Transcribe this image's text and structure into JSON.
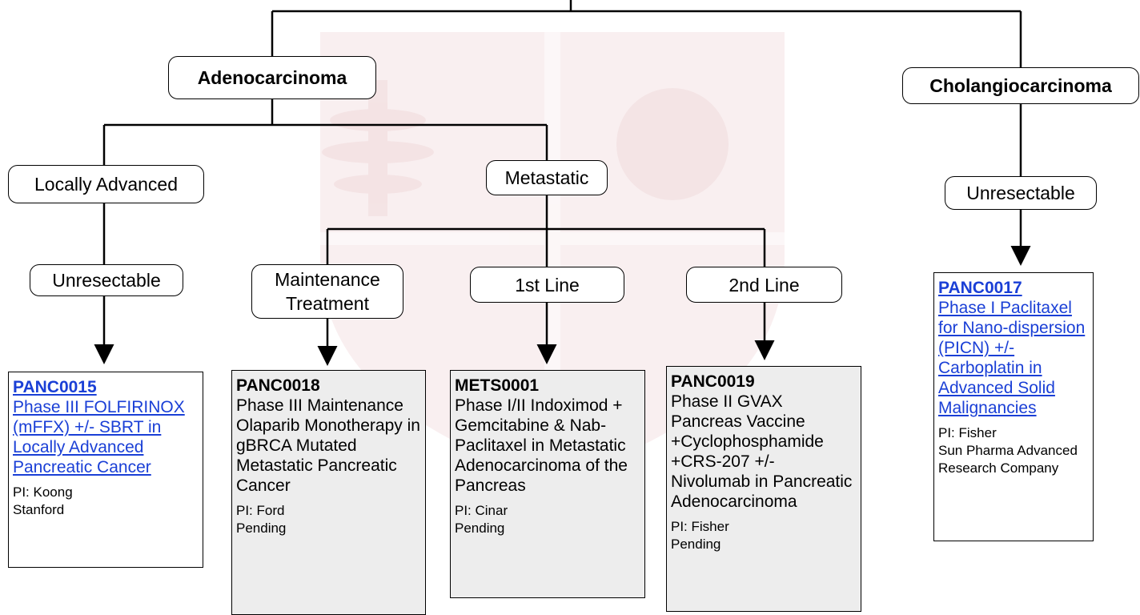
{
  "nodes": {
    "adenocarcinoma": "Adenocarcinoma",
    "cholangiocarcinoma": "Cholangiocarcinoma",
    "locally_advanced": "Locally Advanced",
    "metastatic": "Metastatic",
    "unresectable_adeno": "Unresectable",
    "unresectable_cholangio": "Unresectable",
    "maintenance_line1": "Maintenance",
    "maintenance_line2": "Treatment",
    "first_line": "1st Line",
    "second_line": "2nd Line"
  },
  "trials": [
    {
      "id": "PANC0015",
      "title": "Phase III FOLFIRINOX (mFFX) +/- SBRT in Locally Advanced Pancreatic Cancer",
      "pi": "PI: Koong",
      "status": "Stanford",
      "linked": true,
      "background": "#ffffff"
    },
    {
      "id": "PANC0018",
      "title": "Phase III Maintenance Olaparib Monotherapy in gBRCA Mutated Metastatic Pancreatic Cancer",
      "pi": "PI: Ford",
      "status": "Pending",
      "linked": false,
      "background": "#ededed"
    },
    {
      "id": "METS0001",
      "title": "Phase I/II Indoximod + Gemcitabine & Nab-Paclitaxel in Metastatic Adenocarcinoma of the Pancreas",
      "pi": "PI: Cinar",
      "status": "Pending",
      "linked": false,
      "background": "#ededed"
    },
    {
      "id": "PANC0019",
      "title": "Phase II GVAX Pancreas Vaccine +Cyclophosphamide +CRS-207 +/- Nivolumab in Pancreatic Adenocarcinoma",
      "pi": "PI: Fisher",
      "status": "Pending",
      "linked": false,
      "background": "#ededed"
    },
    {
      "id": "PANC0017",
      "title": "Phase I Paclitaxel for Nano-dispersion (PICN) +/- Carboplatin in Advanced Solid Malignancies",
      "pi": "PI: Fisher",
      "status": "Sun Pharma Advanced Research Company",
      "linked": true,
      "background": "#ffffff"
    }
  ],
  "colors": {
    "link": "#1a3fd6",
    "card_grey": "#ededed",
    "watermark": "#a31f24"
  }
}
